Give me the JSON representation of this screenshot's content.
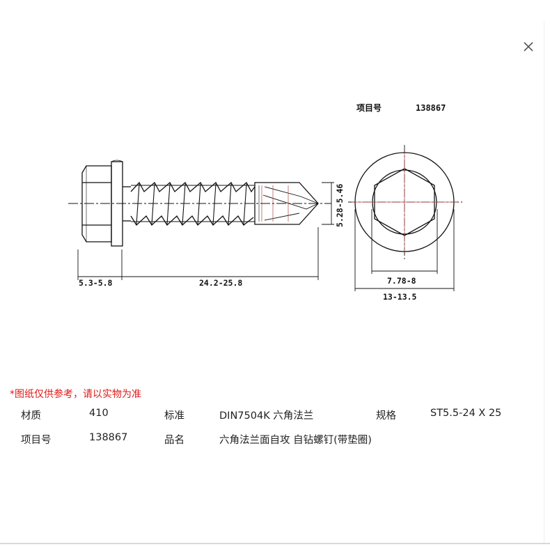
{
  "drawing": {
    "item_label": "项目号",
    "item_number": "138867",
    "dim_head_thickness": "5.3-5.8",
    "dim_length": "24.2-25.8",
    "dim_diameter": "5.28-5.46",
    "dim_hex": "7.78-8",
    "dim_flange": "13-13.5"
  },
  "note": "*图纸仅供参考，请以实物为准",
  "specs": {
    "row1": {
      "material_label": "材质",
      "material_value": "410",
      "standard_label": "标准",
      "standard_value": "DIN7504K 六角法兰",
      "spec_label": "规格",
      "spec_value": "ST5.5-24 X 25"
    },
    "row2": {
      "item_label": "项目号",
      "item_value": "138867",
      "name_label": "品名",
      "name_value": "六角法兰面自攻 自钻螺钉(带垫圈)"
    }
  },
  "icons": {
    "close": "close-icon"
  },
  "colors": {
    "note": "#e01818",
    "line": "#111111",
    "red_guide": "#b04848"
  }
}
